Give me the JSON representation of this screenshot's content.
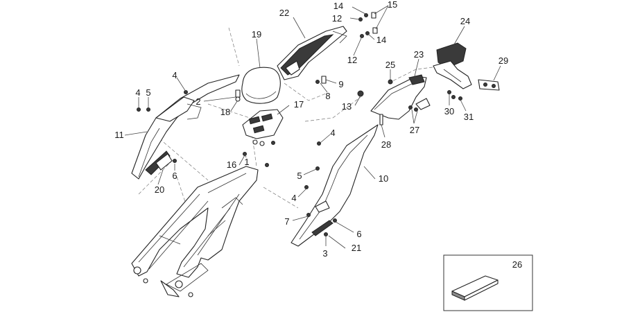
{
  "callouts": {
    "c1": "1",
    "c2": "2",
    "c3": "3",
    "c4a": "4",
    "c4b": "4",
    "c4c": "4",
    "c4d": "4",
    "c5a": "5",
    "c5b": "5",
    "c6a": "6",
    "c6b": "6",
    "c7": "7",
    "c8": "8",
    "c9": "9",
    "c10": "10",
    "c11": "11",
    "c12a": "12",
    "c12b": "12",
    "c13": "13",
    "c14a": "14",
    "c14b": "14",
    "c15": "15",
    "c16": "16",
    "c17": "17",
    "c18": "18",
    "c19": "19",
    "c20": "20",
    "c21": "21",
    "c22": "22",
    "c23": "23",
    "c24": "24",
    "c25": "25",
    "c26": "26",
    "c27": "27",
    "c28": "28",
    "c29": "29",
    "c30": "30",
    "c31": "31"
  },
  "colors": {
    "line": "#222222",
    "background": "#ffffff",
    "fill_dark": "#3a3a3a"
  }
}
